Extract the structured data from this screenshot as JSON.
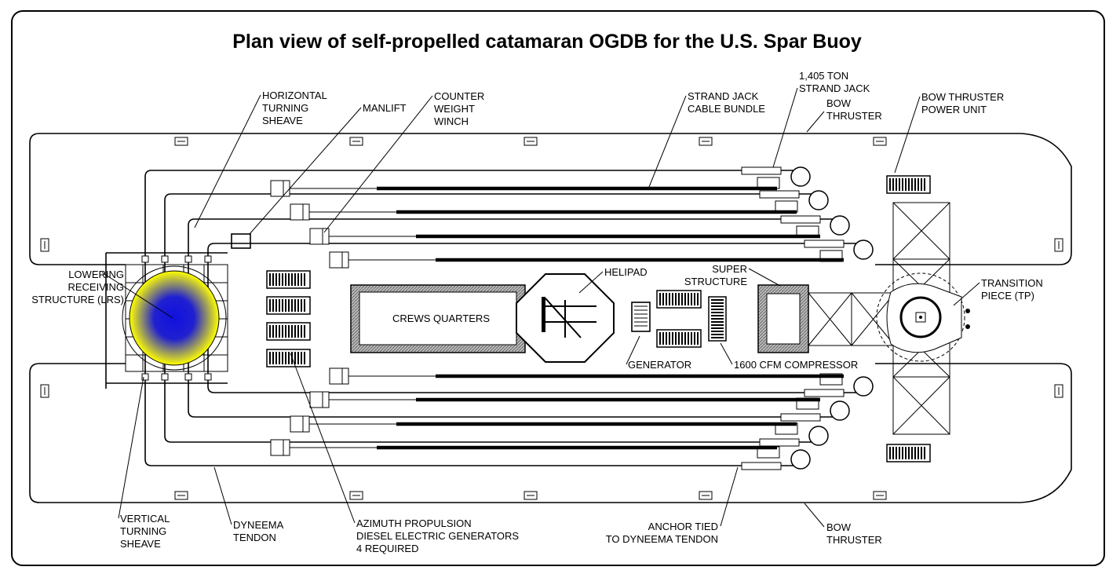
{
  "title": "Plan view of self-propelled catamaran OGDB for the U.S. Spar Buoy",
  "labels": {
    "horizontal_sheave": [
      "HORIZONTAL",
      "TURNING",
      "SHEAVE"
    ],
    "manlift": [
      "MANLIFT"
    ],
    "counter_weight": [
      "COUNTER",
      "WEIGHT",
      "WINCH"
    ],
    "cable_bundle": [
      "STRAND JACK",
      "CABLE BUNDLE"
    ],
    "strand_jack": [
      "1,405 TON",
      "STRAND JACK"
    ],
    "bow_thruster_top": [
      "BOW",
      "THRUSTER"
    ],
    "bow_power_unit": [
      "BOW THRUSTER",
      "POWER UNIT"
    ],
    "lrs": [
      "LOWERING",
      "RECEIVING",
      "STRUCTURE (LRS)"
    ],
    "crews_quarters": "CREWS QUARTERS",
    "helipad": [
      "HELIPAD"
    ],
    "super_structure": [
      "SUPER",
      "STRUCTURE"
    ],
    "transition_piece": [
      "TRANSITION",
      "PIECE (TP)"
    ],
    "generator": [
      "GENERATOR"
    ],
    "compressor": [
      "1600 CFM COMPRESSOR"
    ],
    "vertical_sheave": [
      "VERTICAL",
      "TURNING",
      "SHEAVE"
    ],
    "dyneema": [
      "DYNEEMA",
      "TENDON"
    ],
    "azimuth": [
      "AZIMUTH PROPULSION",
      "DIESEL ELECTRIC GENERATORS",
      "4 REQUIRED"
    ],
    "anchor": [
      "ANCHOR TIED",
      "TO DYNEEMA TENDON"
    ],
    "bow_thruster_bottom": [
      "BOW",
      "THRUSTER"
    ]
  },
  "colors": {
    "lrs_center": "#1010e0",
    "lrs_edge": "#ffff00"
  }
}
